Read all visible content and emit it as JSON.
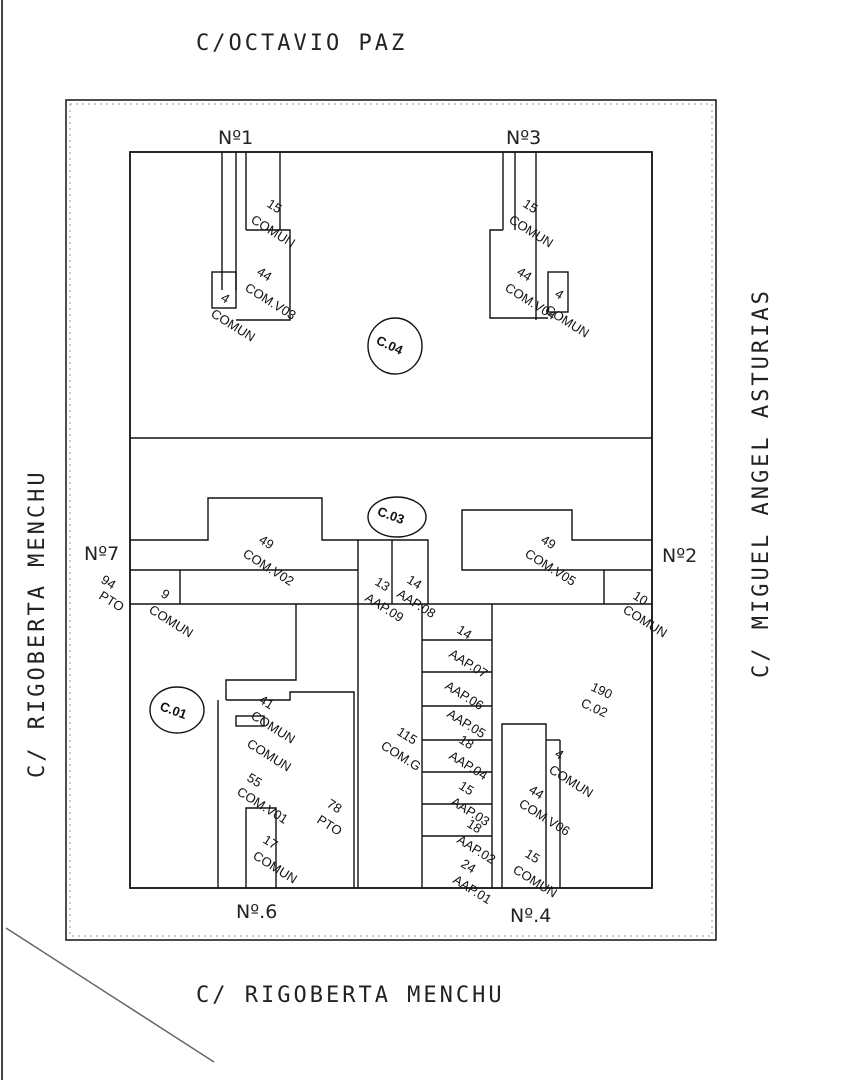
{
  "streets": {
    "top": "C/OCTAVIO PAZ",
    "left": "C/ RIGOBERTA MENCHU",
    "right": "C/ MIGUEL ANGEL ASTURIAS",
    "bottom": "C/ RIGOBERTA MENCHU"
  },
  "building_numbers": {
    "n1": "Nº1",
    "n3": "Nº3",
    "n7": "Nº7",
    "n2": "Nº2",
    "n6": "Nº.6",
    "n4": "Nº.4"
  },
  "zones": {
    "c04": "C.04",
    "c03": "C.03",
    "c01": "C.01",
    "c02_area": "190",
    "c02": "C.02"
  },
  "units": {
    "u15a_n": "15",
    "u15a_t": "COMUN",
    "u44a_n": "44",
    "u44a_t": "COM.V03",
    "u4a_n": "4",
    "u4a_t": "COMUN",
    "u15b_n": "15",
    "u15b_t": "COMUN",
    "u44b_n": "44",
    "u44b_t": "COM.V04",
    "u4b_n": "4",
    "u4b_t": "COMUN",
    "u49a_n": "49",
    "u49a_t": "COM.V02",
    "u94_n": "94",
    "u94_t": "PTO",
    "u9_n": "9",
    "u9_t": "COMUN",
    "u13_n": "13",
    "u13_t": "AAP.09",
    "u14a_n": "14",
    "u14a_t": "AAP.08",
    "u49b_n": "49",
    "u49b_t": "COM.V05",
    "u10_n": "10",
    "u10_t": "COMUN",
    "u14b_n": "14",
    "u14b_t": "AAP.07",
    "u13b_t": "AAP.06",
    "u05_t": "AAP.05",
    "u18_n": "18",
    "u18_t": "AAP.04",
    "u15c_n": "15",
    "u15c_t": "AAP.03",
    "u18b_n": "18",
    "u18b_t": "AAP.02",
    "u24_n": "24",
    "u24_t": "AAP.01",
    "u115_n": "115",
    "u115_t": "COM.G",
    "u41_n": "41",
    "u41_t": "COMUN",
    "u41_t2": "COMUN",
    "u55_n": "55",
    "u55_t": "COM.V01",
    "u78_n": "78",
    "u78_t": "PTO",
    "u17_n": "17",
    "u17_t": "COMUN",
    "u4c_n": "4",
    "u4c_t": "COMUN",
    "u44c_n": "44",
    "u44c_t": "COM.V06",
    "u15d_n": "15",
    "u15d_t": "COMUN"
  }
}
